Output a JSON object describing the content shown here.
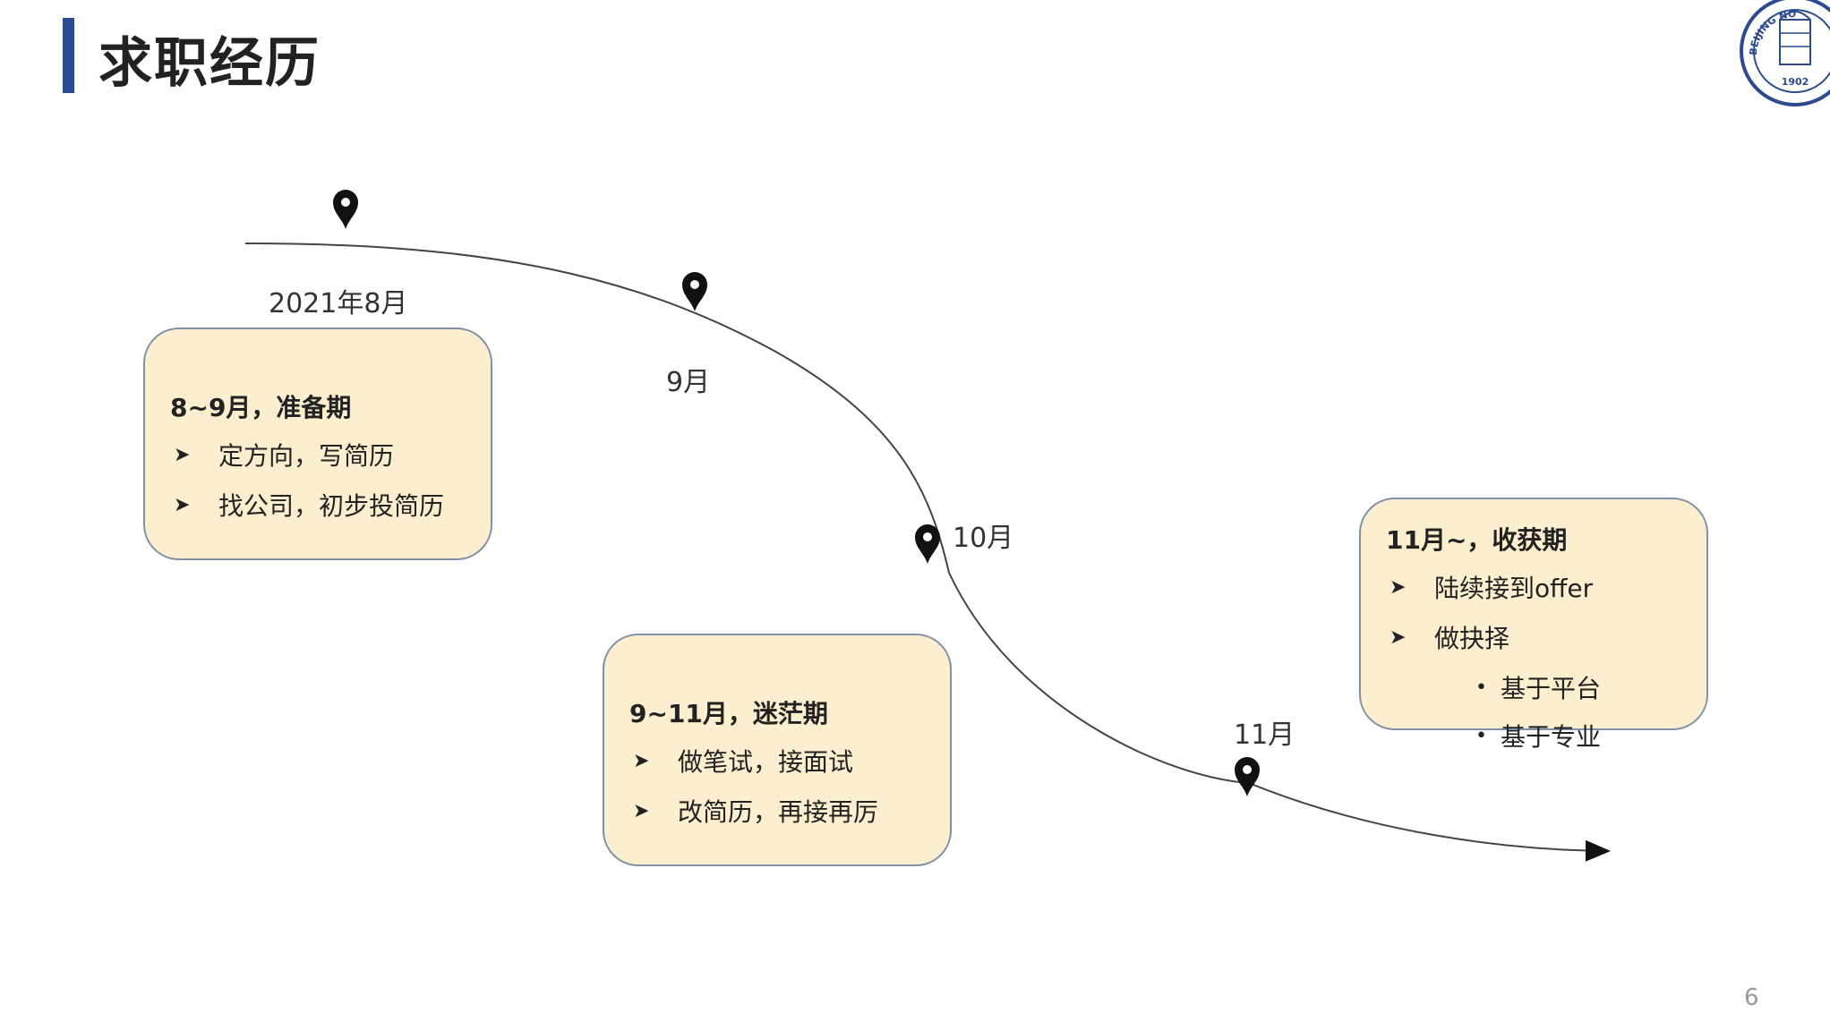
{
  "slide": {
    "title": "求职经历",
    "page_number": "6",
    "accent_color": "#2b4a8f",
    "card_color": "#fcefcf"
  },
  "logo": {
    "text_top": "BEIJING NO",
    "year": "1902"
  },
  "milestones": [
    {
      "label": "2021年8月",
      "icon": "map-pin-icon"
    },
    {
      "label": "9月",
      "icon": "map-pin-icon"
    },
    {
      "label": "10月",
      "icon": "map-pin-icon"
    },
    {
      "label": "11月",
      "icon": "map-pin-icon"
    }
  ],
  "cards": [
    {
      "heading": "8~9月，准备期",
      "items": [
        "定方向，写简历",
        "找公司，初步投简历"
      ]
    },
    {
      "heading": "9~11月，迷茫期",
      "items": [
        "做笔试，接面试",
        "改简历，再接再厉"
      ]
    },
    {
      "heading": "11月~，收获期",
      "items": [
        "陆续接到offer",
        "做抉择"
      ],
      "subitems": [
        "基于平台",
        "基于专业"
      ]
    }
  ]
}
